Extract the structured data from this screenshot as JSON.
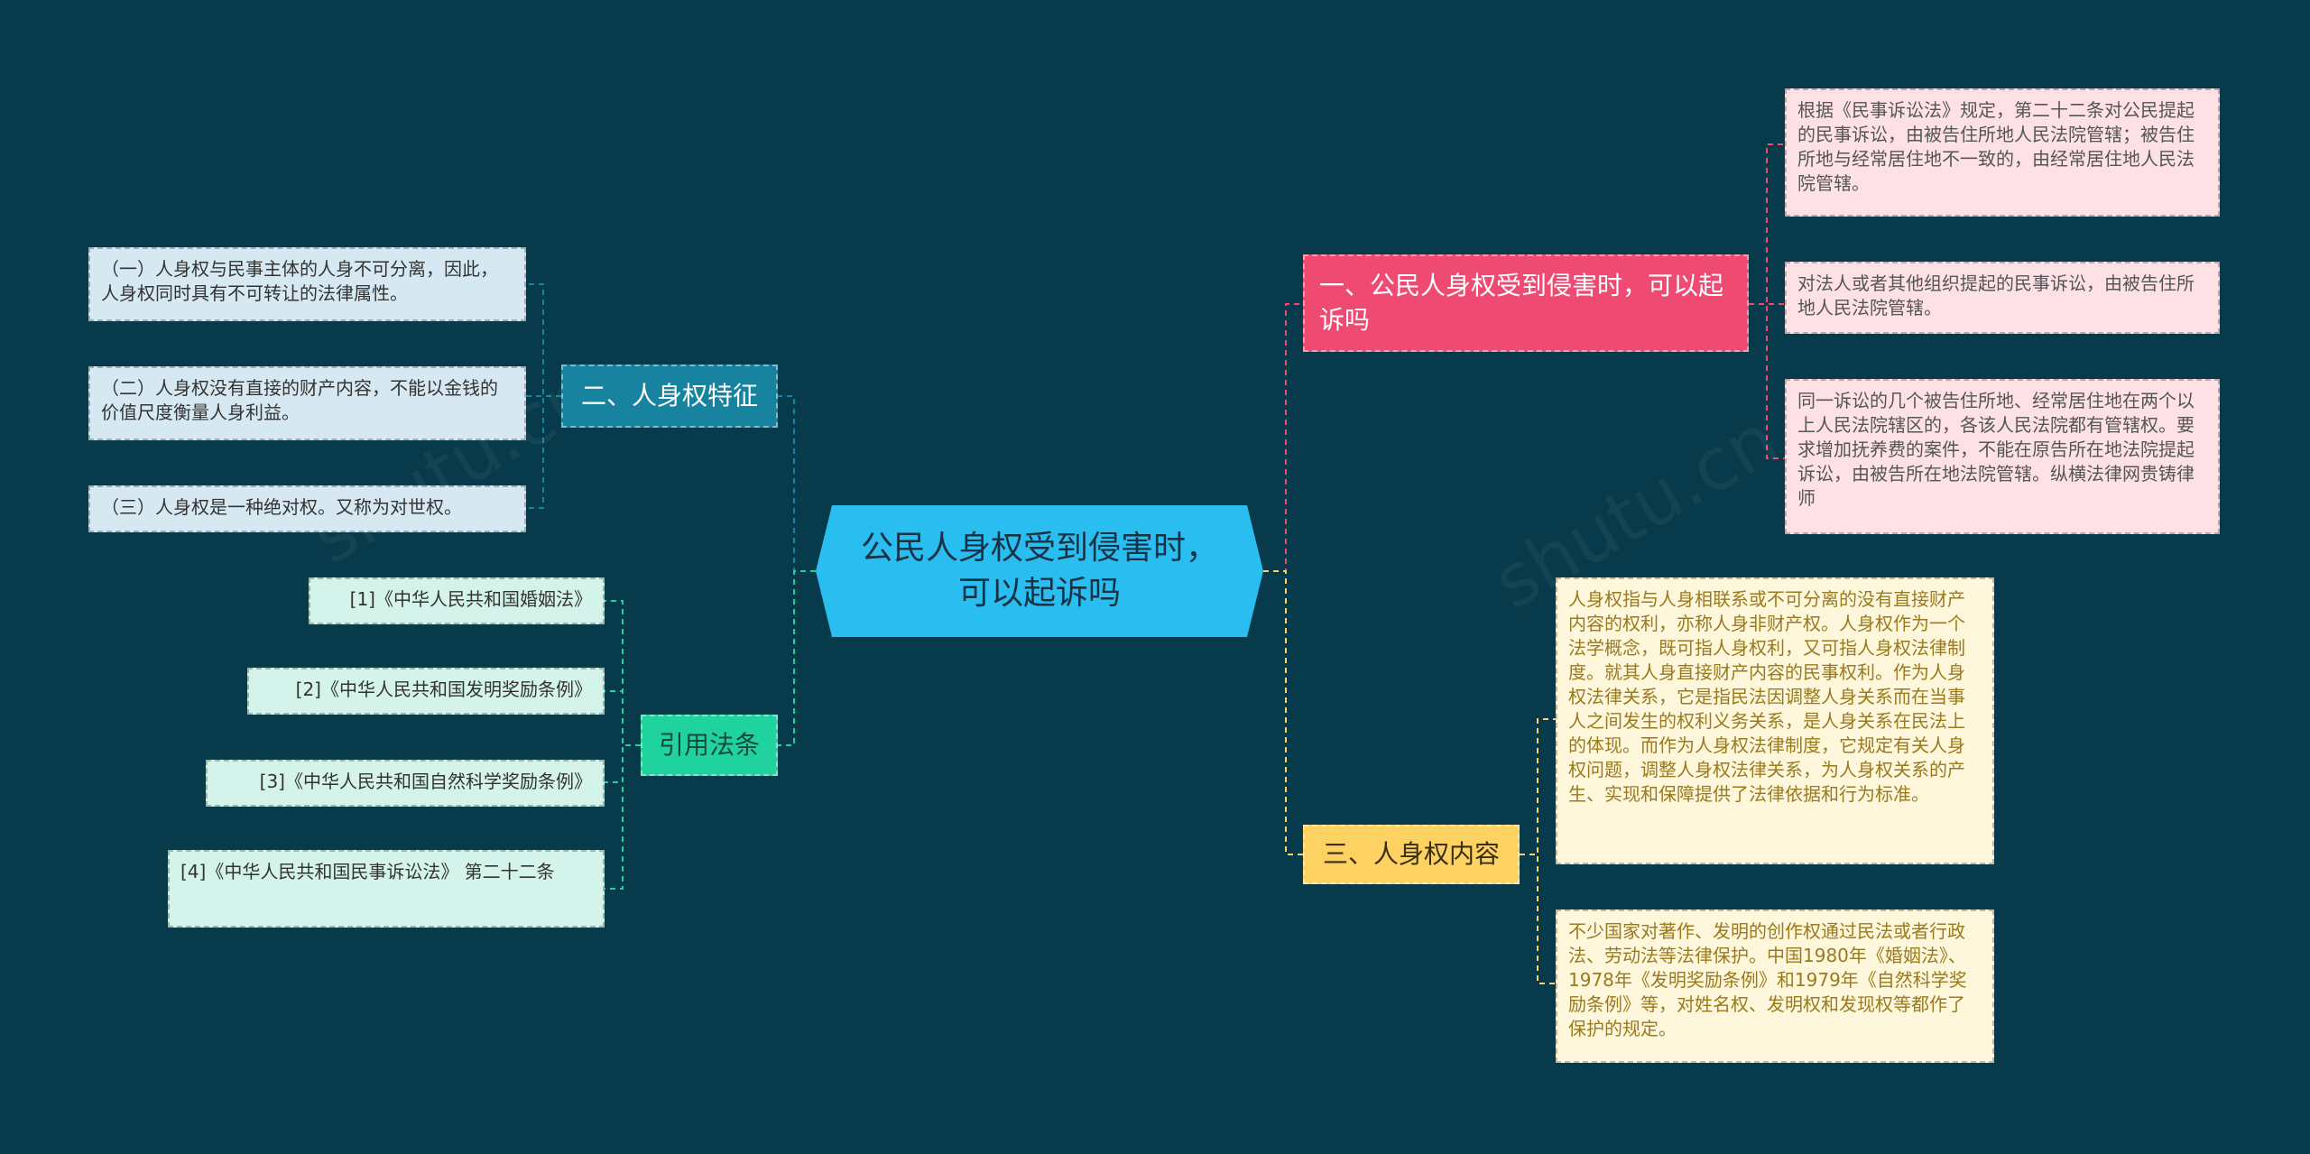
{
  "root": {
    "label": "公民人身权受到侵害时，可以起诉吗"
  },
  "branches": {
    "b1": {
      "label": "一、公民人身权受到侵害时，可以起诉吗"
    },
    "b2": {
      "label": "二、人身权特征"
    },
    "b3": {
      "label": "引用法条"
    },
    "b4": {
      "label": "三、人身权内容"
    }
  },
  "leaves": {
    "b1_1": "根据《民事诉讼法》规定，第二十二条对公民提起的民事诉讼，由被告住所地人民法院管辖；被告住所地与经常居住地不一致的，由经常居住地人民法院管辖。",
    "b1_2": "对法人或者其他组织提起的民事诉讼，由被告住所地人民法院管辖。",
    "b1_3": "同一诉讼的几个被告住所地、经常居住地在两个以上人民法院辖区的，各该人民法院都有管辖权。要求增加抚养费的案件，不能在原告所在地法院提起诉讼，由被告所在地法院管辖。纵横法律网贵铸律师",
    "b2_1": "（一）人身权与民事主体的人身不可分离，因此，人身权同时具有不可转让的法律属性。",
    "b2_2": "（二）人身权没有直接的财产内容，不能以金钱的价值尺度衡量人身利益。",
    "b2_3": "（三）人身权是一种绝对权。又称为对世权。",
    "b3_1": "[1]《中华人民共和国婚姻法》",
    "b3_2": "[2]《中华人民共和国发明奖励条例》",
    "b3_3": "[3]《中华人民共和国自然科学奖励条例》",
    "b3_4": "[4]《中华人民共和国民事诉讼法》 第二十二条",
    "b4_1": "人身权指与人身相联系或不可分离的没有直接财产内容的权利，亦称人身非财产权。人身权作为一个法学概念，既可指人身权利，又可指人身权法律制度。就其人身直接财产内容的民事权利。作为人身权法律关系，它是指民法因调整人身关系而在当事人之间发生的权利义务关系，是人身关系在民法上的体现。而作为人身权法律制度，它规定有关人身权问题，调整人身权法律关系，为人身权关系的产生、实现和保障提供了法律依据和行为标准。",
    "b4_2": "不少国家对著作、发明的创作权通过民法或者行政法、劳动法等法律保护。中国1980年《婚姻法》、1978年《发明奖励条例》和1979年《自然科学奖励条例》等，对姓名权、发明权和发现权等都作了保护的规定。"
  },
  "colors": {
    "background": "#073a4b",
    "root": "#29bdf0",
    "branch1": "#ee4a72",
    "branch2": "#17839f",
    "branch3": "#1fd29e",
    "branch4": "#fdd262"
  }
}
